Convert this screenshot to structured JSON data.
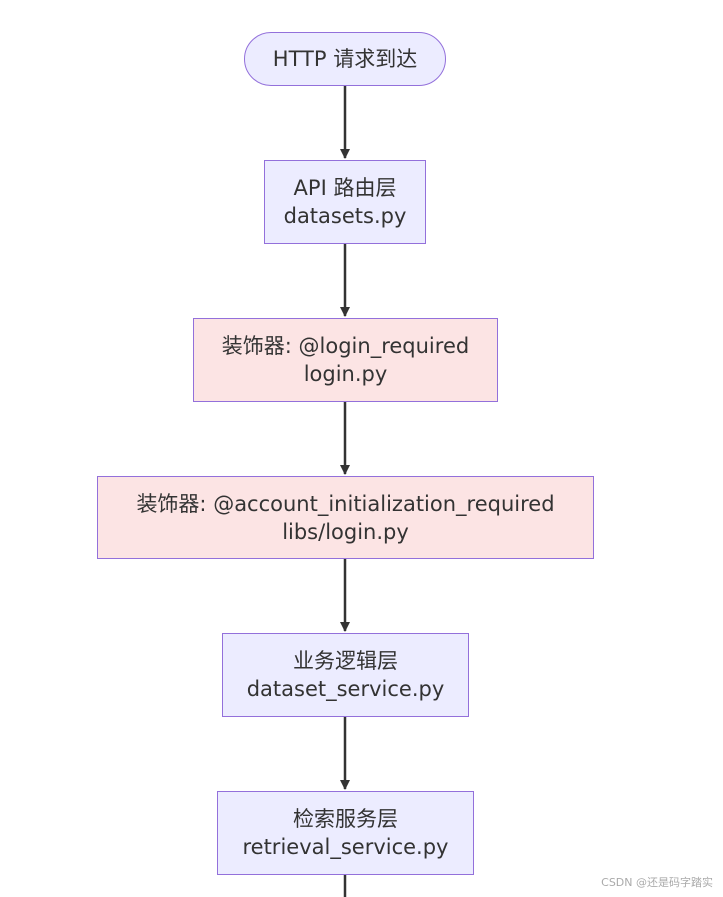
{
  "nodes": {
    "http_request": {
      "line1": "HTTP 请求到达"
    },
    "api_router": {
      "line1": "API 路由层",
      "line2": "datasets.py"
    },
    "login_decorator": {
      "line1": "装饰器: @login_required",
      "line2": "login.py"
    },
    "account_decorator": {
      "line1": "装饰器: @account_initialization_required",
      "line2": "libs/login.py"
    },
    "business_layer": {
      "line1": "业务逻辑层",
      "line2": "dataset_service.py"
    },
    "retrieval_layer": {
      "line1": "检索服务层",
      "line2": "retrieval_service.py"
    }
  },
  "colors": {
    "node_fill": "#ececff",
    "decorator_fill": "#fce4e4",
    "node_border": "#9370db",
    "edge": "#333333"
  },
  "watermark": "CSDN @还是码字踏实"
}
